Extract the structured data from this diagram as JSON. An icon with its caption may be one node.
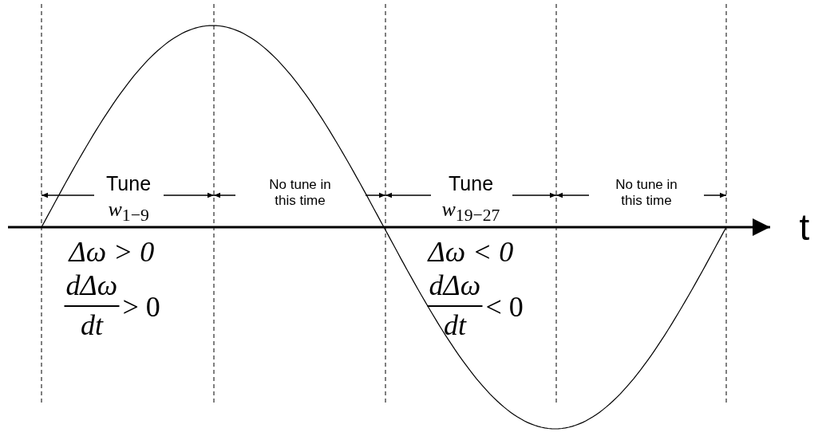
{
  "diagram": {
    "labels": [
      "Tune",
      "*w*$_{1−9}$",
      "No tune in this time",
      "Tune",
      "*w*$_{19−27}$",
      "No tune in this time",
      "t",
      "Δω > 0",
      "dΔω",
      "> 0",
      "dt",
      "Δω < 0",
      "dΔω",
      "< 0",
      "dt"
    ]
  }
}
